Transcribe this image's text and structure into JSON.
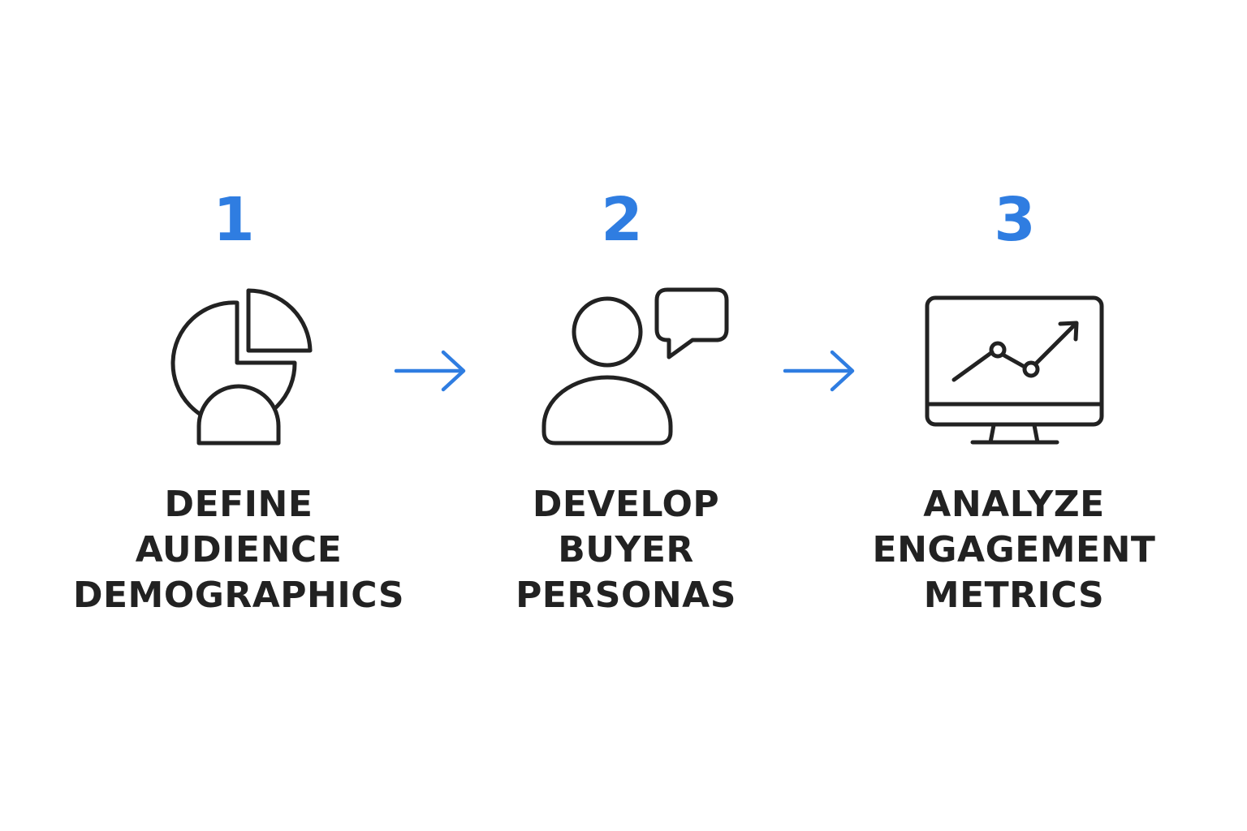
{
  "diagram": {
    "accent_color": "#2f7de1",
    "icon_color": "#222222",
    "steps": [
      {
        "number": "1",
        "label_lines": [
          "DEFINE",
          "AUDIENCE",
          "DEMOGRAPHICS"
        ],
        "icon": "pie-chart-person-icon"
      },
      {
        "number": "2",
        "label_lines": [
          "DEVELOP",
          "BUYER",
          "PERSONAS"
        ],
        "icon": "person-speech-bubble-icon"
      },
      {
        "number": "3",
        "label_lines": [
          "ANALYZE",
          "ENGAGEMENT",
          "METRICS"
        ],
        "icon": "monitor-trend-chart-icon"
      }
    ],
    "connectors": [
      {
        "from": "1",
        "to": "2",
        "icon": "arrow-right-icon"
      },
      {
        "from": "2",
        "to": "3",
        "icon": "arrow-right-icon"
      }
    ]
  }
}
